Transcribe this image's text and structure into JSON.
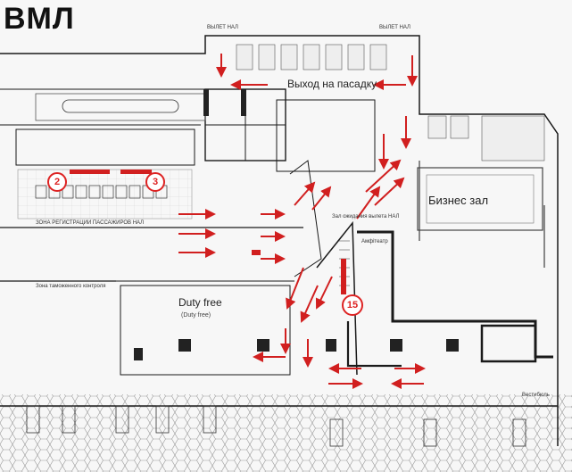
{
  "map": {
    "title": "ВМЛ",
    "labels": {
      "exit": "Выход на пасадку",
      "business": "Бизнес зал",
      "duty_free": "Duty free",
      "duty_free_sub": "(Duty free)",
      "checkin_zone": "ЗОНА РЕГИСТРАЦИИ ПАССАЖИРОВ НАЛ",
      "customs_zone": "Зона таможенного контроля",
      "departure_hall_1": "ВЫЛЕТ НАЛ",
      "departure_hall_2": "ВЫЛЕТ НАЛ",
      "amphitheater": "Амфітеатр",
      "lounge_route": "Зал ожидания вылета НАЛ",
      "vestibule": "Вестибюль"
    },
    "markers": [
      "2",
      "3",
      "15"
    ],
    "colors": {
      "arrow": "#d11f1f",
      "walls": "#1a1a1a",
      "floor_lines": "#888888",
      "marker": "#d22222"
    }
  }
}
